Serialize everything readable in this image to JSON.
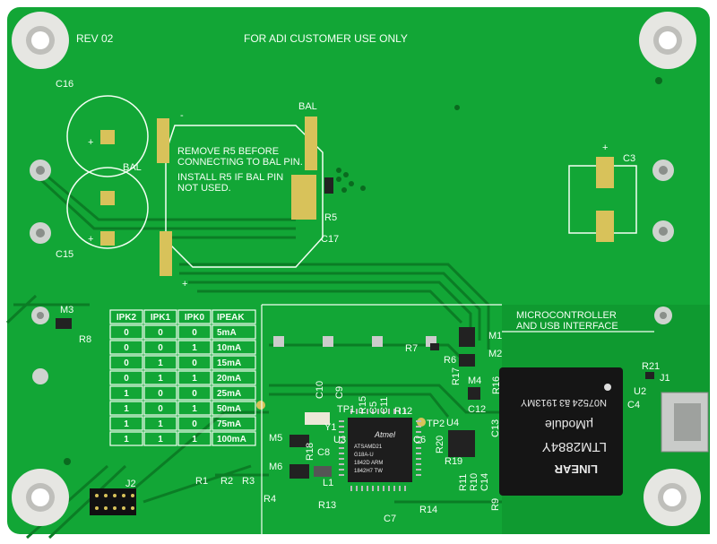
{
  "board": {
    "revision": "REV 02",
    "notice": "FOR ADI CUSTOMER USE ONLY",
    "note_line1": "REMOVE R5 BEFORE",
    "note_line2": "CONNECTING TO BAL PIN.",
    "note_line3": "INSTALL R5 IF BAL PIN",
    "note_line4": "NOT USED.",
    "section_line1": "MICROCONTROLLER",
    "section_line2": "AND USB INTERFACE",
    "colors": {
      "pcb": "#12a636",
      "silk": "#f4fff4",
      "pad": "#d8c25a",
      "chip": "#151515"
    }
  },
  "labels": {
    "c16": "C16",
    "c15": "C15",
    "c17": "C17",
    "c3": "C3",
    "bal1": "BAL",
    "bal2": "BAL",
    "r5": "R5",
    "m3": "M3",
    "r8": "R8",
    "r7": "R7",
    "r6": "R6",
    "m1": "M1",
    "m2": "M2",
    "r17": "R17",
    "m4": "M4",
    "r16": "R16",
    "c12": "C12",
    "u4": "U4",
    "c13": "C13",
    "r20": "R20",
    "r19": "R19",
    "r11": "R11",
    "r10": "R10",
    "c14": "C14",
    "r9": "R9",
    "c10": "C10",
    "c9": "C9",
    "tp1": "TP1",
    "r15": "R15",
    "c5": "C5",
    "c11": "C11",
    "r12": "R12",
    "tp2": "TP2",
    "c6": "C6",
    "u3": "U3",
    "y1": "Y1",
    "r18": "R18",
    "c8": "C8",
    "m5": "M5",
    "m6": "M6",
    "l1": "L1",
    "r13": "R13",
    "r14": "R14",
    "c7": "C7",
    "r1": "R1",
    "r2": "R2",
    "r3": "R3",
    "r4": "R4",
    "j2": "J2",
    "j1": "J1",
    "r21": "R21",
    "u2": "U2",
    "c4": "C4",
    "plus1": "+",
    "plus2": "+",
    "plus3": "+",
    "plus4": "+",
    "minus1": "-"
  },
  "ipeak_table": {
    "headers": [
      "IPK2",
      "IPK1",
      "IPK0",
      "IPEAK"
    ],
    "rows": [
      [
        "0",
        "0",
        "0",
        "5mA"
      ],
      [
        "0",
        "0",
        "1",
        "10mA"
      ],
      [
        "0",
        "1",
        "0",
        "15mA"
      ],
      [
        "0",
        "1",
        "1",
        "20mA"
      ],
      [
        "1",
        "0",
        "0",
        "25mA"
      ],
      [
        "1",
        "0",
        "1",
        "50mA"
      ],
      [
        "1",
        "1",
        "0",
        "75mA"
      ],
      [
        "1",
        "1",
        "1",
        "100mA"
      ]
    ]
  },
  "module": {
    "line1": "N07524 ã3 1913MY",
    "line2": "µModule",
    "line3": "LTM2884Y",
    "brand": "LINEAR"
  },
  "mcu": {
    "brand": "Atmel",
    "line1": "ATSAMD21",
    "line2": "G18A-U",
    "line3": "1842D ARM",
    "line4": "1842H7 TW"
  }
}
